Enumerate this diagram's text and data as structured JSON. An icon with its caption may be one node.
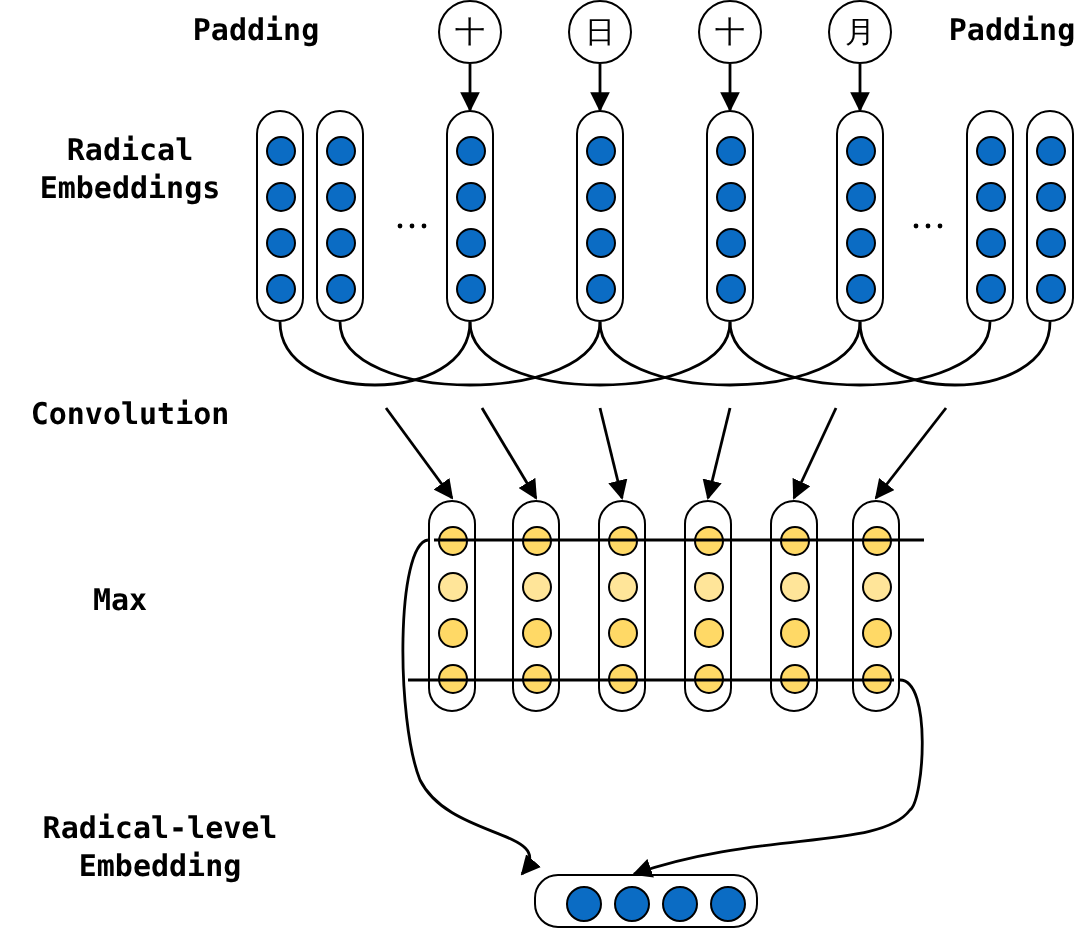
{
  "diagram": {
    "nodes": [
      {
        "text": [
          "十"
        ]
      },
      {
        "text": [
          "日"
        ]
      },
      {
        "text": [
          "十"
        ]
      },
      {
        "text": [
          "月"
        ]
      },
      {
        "text": [],
        "shape": "bar"
      },
      {
        "text": [],
        "shape": "bar"
      },
      {
        "text": [],
        "shape": "bar"
      },
      {
        "text": [],
        "shape": "bar"
      },
      {
        "text": [],
        "shape": "bar"
      },
      {
        "text": [],
        "shape": "bar"
      },
      {
        "text": [],
        "shape": "bar"
      },
      {
        "text": [],
        "shape": "bar"
      },
      {
        "text": [],
        "shape": "bar"
      },
      {
        "text": [],
        "shape": "bar"
      },
      {
        "text": [],
        "shape": "bar"
      },
      {
        "text": [],
        "shape": "bar"
      },
      {
        "text": [],
        "shape": "bar"
      },
      {
        "text": [],
        "shape": "bar"
      },
      {
        "text": [],
        "shape": "bar"
      }
    ],
    "edges": [
      {
        "from": 0,
        "to": 6,
        "arrow": "to"
      },
      {
        "from": 1,
        "to": 7,
        "arrow": "to"
      },
      {
        "from": 2,
        "to": 8,
        "arrow": "to"
      },
      {
        "from": 3,
        "to": 9,
        "arrow": "to"
      },
      {
        "from": 4,
        "to": 6,
        "arrow": "none"
      },
      {
        "from": 5,
        "to": 7,
        "arrow": "none"
      },
      {
        "from": 6,
        "to": 8,
        "arrow": "none"
      },
      {
        "from": 7,
        "to": 9,
        "arrow": "none"
      },
      {
        "from": 8,
        "to": 10,
        "arrow": "none"
      },
      {
        "from": 9,
        "to": 11,
        "arrow": "none"
      },
      {
        "from": null,
        "to": 12,
        "arrow": "to"
      },
      {
        "from": null,
        "to": 13,
        "arrow": "to"
      },
      {
        "from": null,
        "to": 14,
        "arrow": "to"
      },
      {
        "from": null,
        "to": 15,
        "arrow": "to"
      },
      {
        "from": null,
        "to": 16,
        "arrow": "to"
      },
      {
        "from": null,
        "to": 17,
        "arrow": "to"
      },
      {
        "from": 12,
        "to": 18,
        "arrow": "to"
      },
      {
        "from": 17,
        "to": 18,
        "arrow": "to"
      }
    ],
    "labels": [
      "Padding",
      "Padding",
      "Radical Embeddings",
      "Convolution",
      "Max",
      "Radical-level Embedding"
    ]
  }
}
